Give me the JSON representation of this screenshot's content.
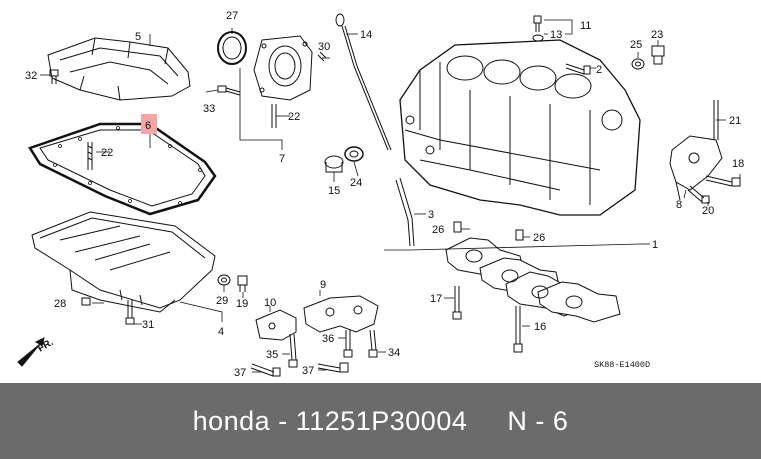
{
  "footer": {
    "brand": "honda",
    "part_number": "11251P30004",
    "text": "honda - 11251P30004     N - 6"
  },
  "diagram": {
    "code": "SK88-E1400D",
    "front_arrow": "FR.",
    "highlight_color": "#f4a6a6",
    "highlighted_label": "6",
    "callouts": {
      "c1": "1",
      "c2": "2",
      "c3": "3",
      "c4": "4",
      "c5": "5",
      "c6": "6",
      "c7": "7",
      "c8": "8",
      "c9": "9",
      "c10": "10",
      "c11": "11",
      "c13": "13",
      "c14": "14",
      "c15": "15",
      "c16": "16",
      "c17": "17",
      "c18": "18",
      "c19": "19",
      "c20": "20",
      "c21": "21",
      "c22a": "22",
      "c22b": "22",
      "c23": "23",
      "c24": "24",
      "c25": "25",
      "c26a": "26",
      "c26b": "26",
      "c27": "27",
      "c28": "28",
      "c29": "29",
      "c30": "30",
      "c31": "31",
      "c32": "32",
      "c33": "33",
      "c34": "34",
      "c35": "35",
      "c36": "36",
      "c37a": "37",
      "c37b": "37"
    }
  }
}
